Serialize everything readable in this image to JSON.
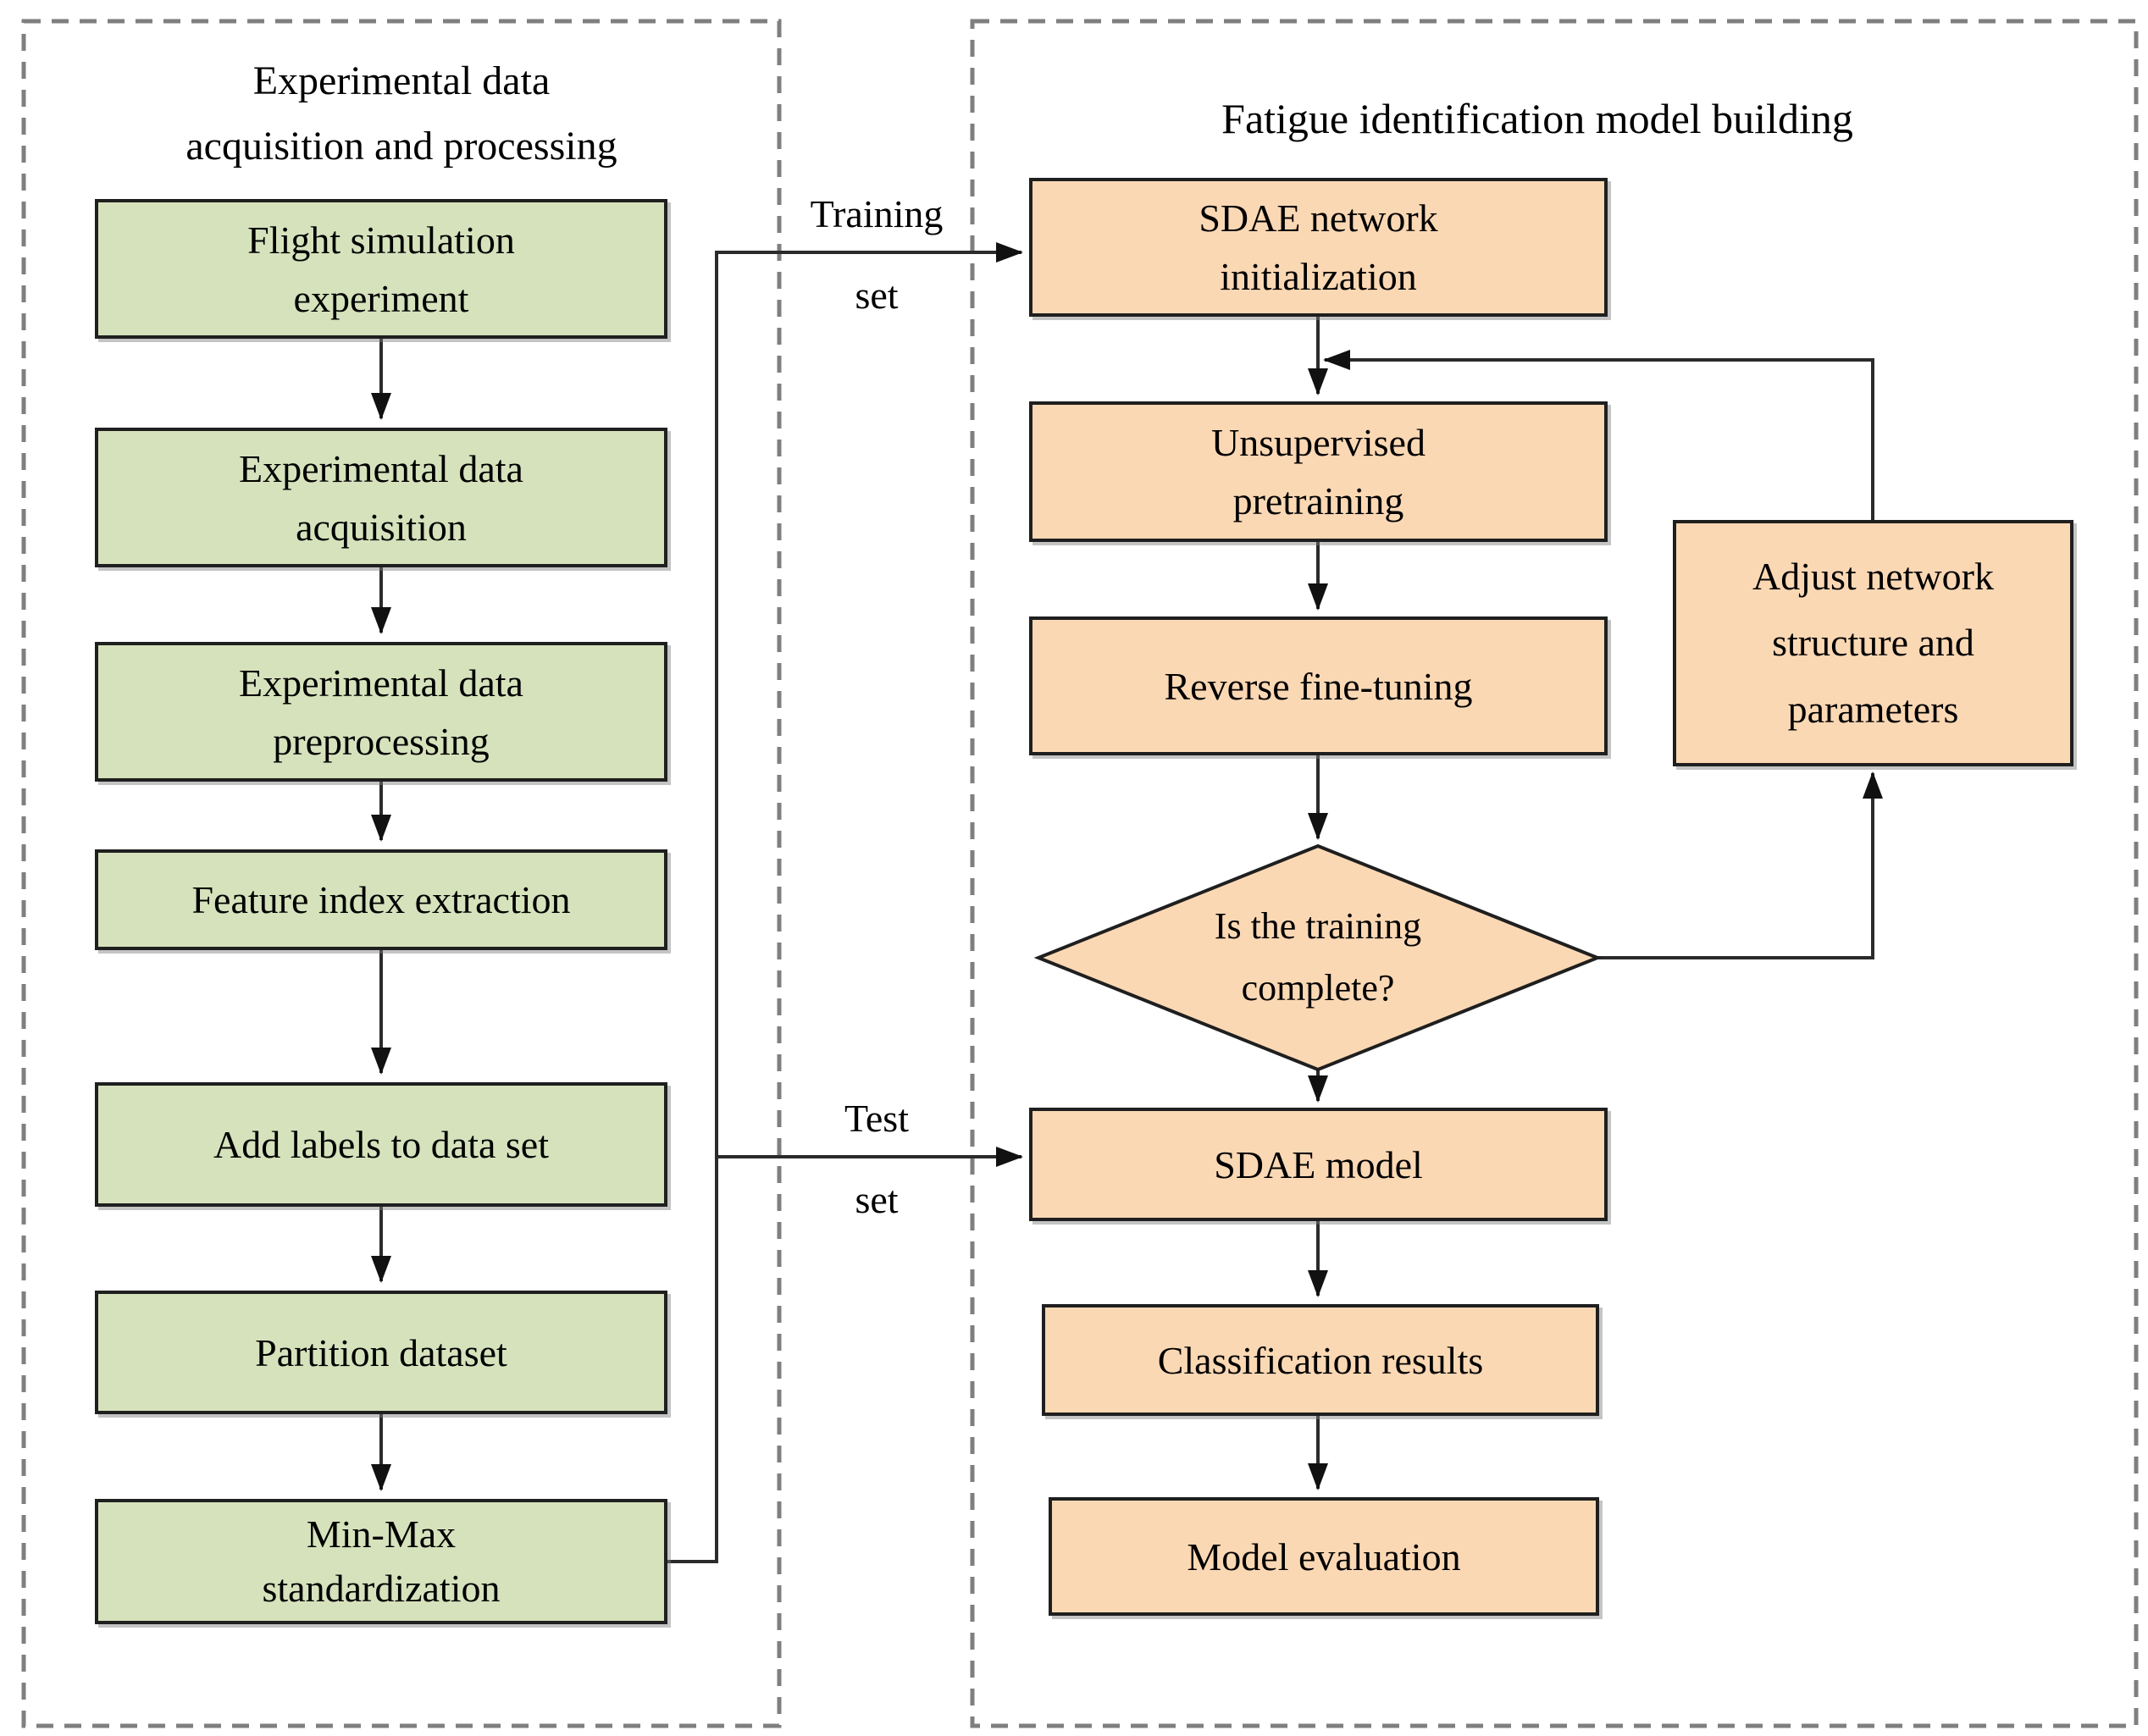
{
  "colors": {
    "process_green_fill": "#d6e2bc",
    "process_orange_fill": "#fbd8b4",
    "box_border": "#1f1f1f",
    "dashed_panel_border": "#7f7f7f",
    "arrow": "#2b2b2b",
    "background": "#ffffff",
    "text": "#000000"
  },
  "left_panel": {
    "title": {
      "line1": "Experimental data",
      "line2": "acquisition and processing"
    },
    "boxes": [
      {
        "lines": [
          "Flight simulation",
          "experiment"
        ]
      },
      {
        "lines": [
          "Experimental data",
          "acquisition"
        ]
      },
      {
        "lines": [
          "Experimental data",
          "preprocessing"
        ]
      },
      {
        "lines": [
          "Feature index extraction"
        ]
      },
      {
        "lines": [
          "Add labels to data set"
        ]
      },
      {
        "lines": [
          "Partition dataset"
        ]
      },
      {
        "lines": [
          "Min-Max",
          "standardization"
        ]
      }
    ]
  },
  "connectors": {
    "training": {
      "line1": "Training",
      "line2": "set"
    },
    "test": {
      "line1": "Test",
      "line2": "set"
    }
  },
  "right_panel": {
    "title": "Fatigue identification model building",
    "boxes": [
      {
        "lines": [
          "SDAE network",
          "initialization"
        ]
      },
      {
        "lines": [
          "Unsupervised",
          "pretraining"
        ]
      },
      {
        "lines": [
          "Reverse fine-tuning"
        ]
      },
      {
        "lines": [
          "SDAE model"
        ]
      },
      {
        "lines": [
          "Classification results"
        ]
      },
      {
        "lines": [
          "Model evaluation"
        ]
      }
    ],
    "diamond": {
      "line1": "Is the training",
      "line2": "complete?"
    },
    "adjust_box": {
      "line1": "Adjust network",
      "line2": "structure and",
      "line3": "parameters"
    }
  }
}
